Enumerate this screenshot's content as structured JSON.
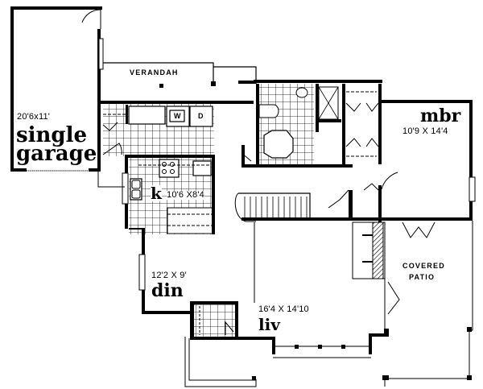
{
  "plan": {
    "rooms": {
      "garage": {
        "dimensions": "20'6x11'",
        "name_line1": "single",
        "name_line2": "garage"
      },
      "verandah": {
        "name": "VERANDAH"
      },
      "laundry": {
        "washer": "W",
        "dryer": "D"
      },
      "kitchen": {
        "name": "k",
        "dimensions": "10'6 X8'4"
      },
      "master_bedroom": {
        "name": "mbr",
        "dimensions": "10'9 X 14'4"
      },
      "dining": {
        "dimensions": "12'2 X 9'",
        "name": "din"
      },
      "living": {
        "dimensions": "16'4 X 14'10",
        "name": "liv"
      },
      "covered_patio": {
        "name_line1": "COVERED",
        "name_line2": "PATIO"
      }
    },
    "colors": {
      "wall": "#000000",
      "background": "#ffffff",
      "tile": "#000000"
    }
  }
}
